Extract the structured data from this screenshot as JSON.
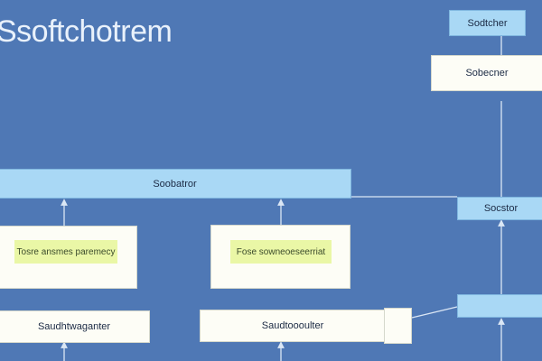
{
  "diagram": {
    "title": "Ssoftchotrem",
    "colors": {
      "background": "#4f78b5",
      "box_blue": "#a9d8f5",
      "box_white": "#fdfdf6",
      "inner_label": "#eaf7a6",
      "connector": "#dbe7f5"
    },
    "nodes": {
      "top_right_header": "Sodtcher",
      "top_right_box": "Sobecner",
      "main_bar": "Soobatror",
      "right_mid": "Socstor",
      "left_card_label": "Tosre ansmes paremecy",
      "center_card_label": "Fose sowneoeseerriat",
      "bottom_left": "Saudhtwaganter",
      "bottom_center": "Saudtoooulter",
      "right_bottom": ""
    }
  }
}
